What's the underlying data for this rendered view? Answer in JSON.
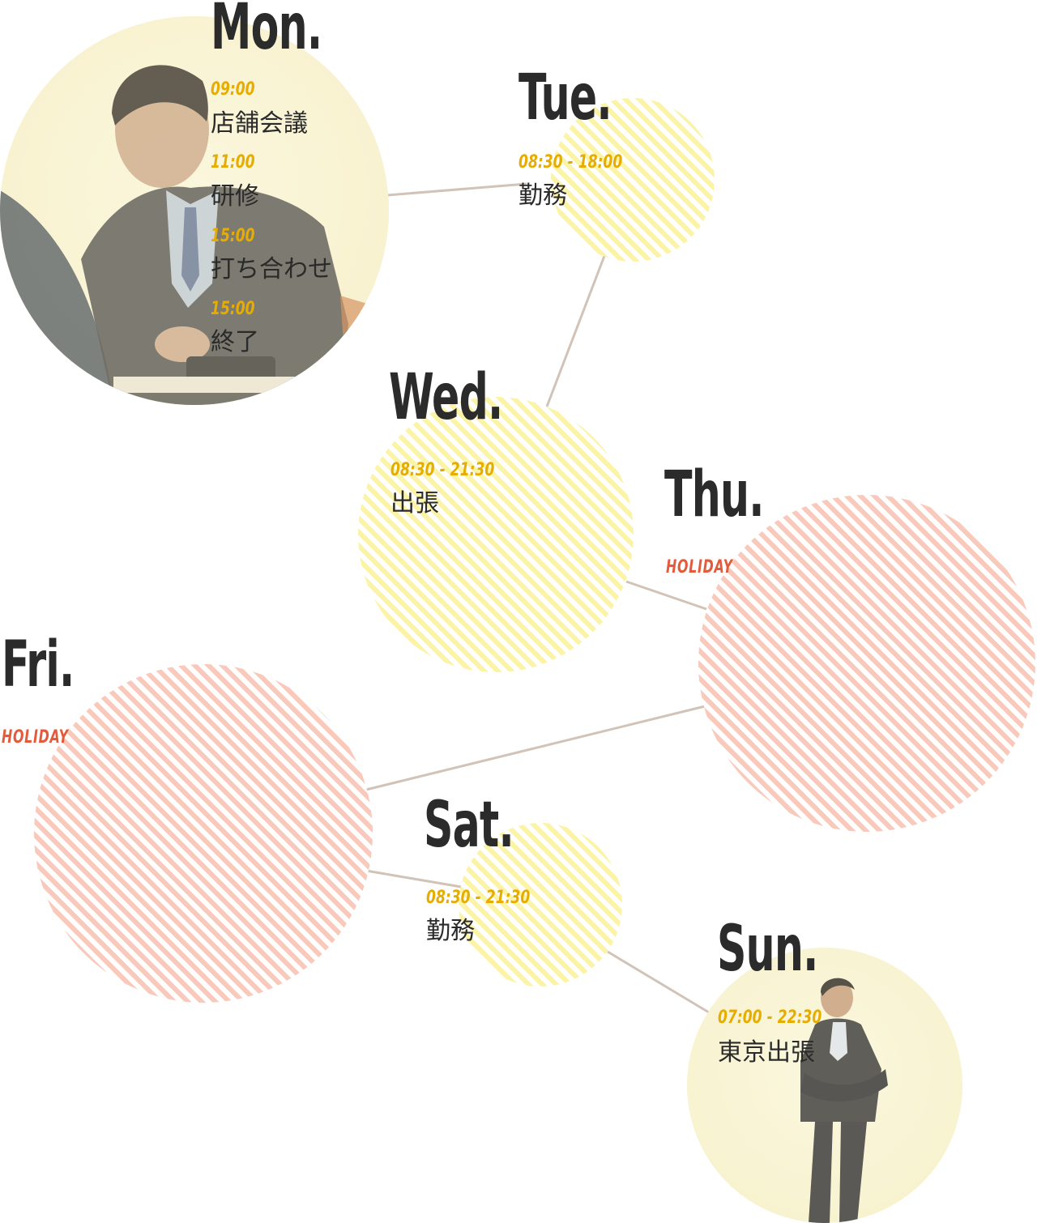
{
  "days": {
    "mon": {
      "name": "Mon.",
      "schedule": [
        {
          "time": "09:00",
          "task": "店舗会議"
        },
        {
          "time": "11:00",
          "task": "研修"
        },
        {
          "time": "15:00",
          "task": "打ち合わせ"
        },
        {
          "time": "15:00",
          "task": "終了"
        }
      ]
    },
    "tue": {
      "name": "Tue.",
      "time": "08:30 - 18:00",
      "task": "勤務"
    },
    "wed": {
      "name": "Wed.",
      "time": "08:30 - 21:30",
      "task": "出張"
    },
    "thu": {
      "name": "Thu.",
      "status": "HOLIDAY"
    },
    "fri": {
      "name": "Fri.",
      "status": "HOLIDAY"
    },
    "sat": {
      "name": "Sat.",
      "time": "08:30 - 21:30",
      "task": "勤務"
    },
    "sun": {
      "name": "Sun.",
      "time": "07:00 - 22:30",
      "task": "東京出張"
    }
  },
  "colors": {
    "workday_stripe": "#fbf3a6",
    "holiday_stripe": "#f9c9bb",
    "time_text": "#e7ac00",
    "holiday_text": "#e45a3b",
    "connector": "#d2c3b8"
  },
  "images": {
    "mon_photo": "businessman-in-meeting-photo",
    "sun_photo": "businessman-standing-arms-crossed-photo"
  }
}
